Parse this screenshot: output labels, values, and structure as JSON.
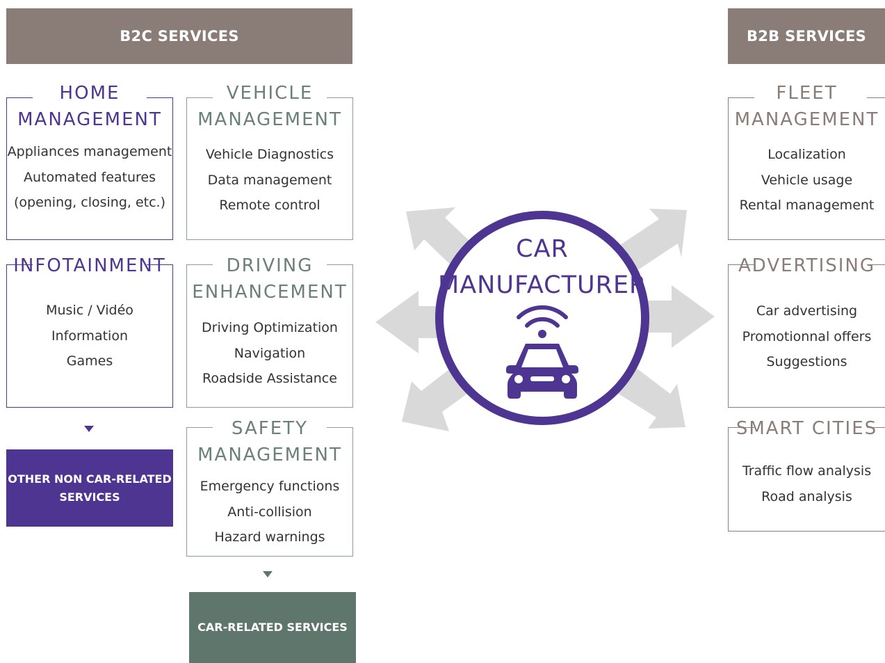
{
  "b2c_header": "B2C SERVICES",
  "b2b_header": "B2B SERVICES",
  "home": {
    "title": [
      "HOME",
      "MANAGEMENT"
    ],
    "items": [
      "Appliances management",
      "Automated features",
      "(opening, closing, etc.)"
    ]
  },
  "vehicle": {
    "title": [
      "VEHICLE",
      "MANAGEMENT"
    ],
    "items": [
      "Vehicle Diagnostics",
      "Data management",
      "Remote control"
    ]
  },
  "infotainment": {
    "title": [
      "INFOTAINMENT"
    ],
    "items": [
      "Music / Vidéo",
      "Information",
      "Games"
    ]
  },
  "driving": {
    "title": [
      "DRIVING",
      "ENHANCEMENT"
    ],
    "items": [
      "Driving Optimization",
      "Navigation",
      "Roadside Assistance"
    ]
  },
  "safety": {
    "title": [
      "SAFETY",
      "MANAGEMENT"
    ],
    "items": [
      "Emergency functions",
      "Anti-collision",
      "Hazard warnings"
    ]
  },
  "other_services": [
    "OTHER NON CAR-RELATED",
    "SERVICES"
  ],
  "car_services": "CAR-RELATED SERVICES",
  "center": [
    "CAR",
    "MANUFACTURER"
  ],
  "fleet": {
    "title": [
      "FLEET",
      "MANAGEMENT"
    ],
    "items": [
      "Localization",
      "Vehicle usage",
      "Rental management"
    ]
  },
  "advertising": {
    "title": [
      "ADVERTISING"
    ],
    "items": [
      "Car advertising",
      "Promotionnal offers",
      "Suggestions"
    ]
  },
  "smart_cities": {
    "title": [
      "SMART CITIES"
    ],
    "items": [
      "Traffic flow analysis",
      "Road analysis"
    ]
  },
  "colors": {
    "purple": "#4e3591",
    "green": "#5f766d",
    "brown": "#8a7d78",
    "arrow_gray": "#d9d9d9"
  },
  "icons": [
    "car-icon",
    "wifi-signal-icon"
  ]
}
